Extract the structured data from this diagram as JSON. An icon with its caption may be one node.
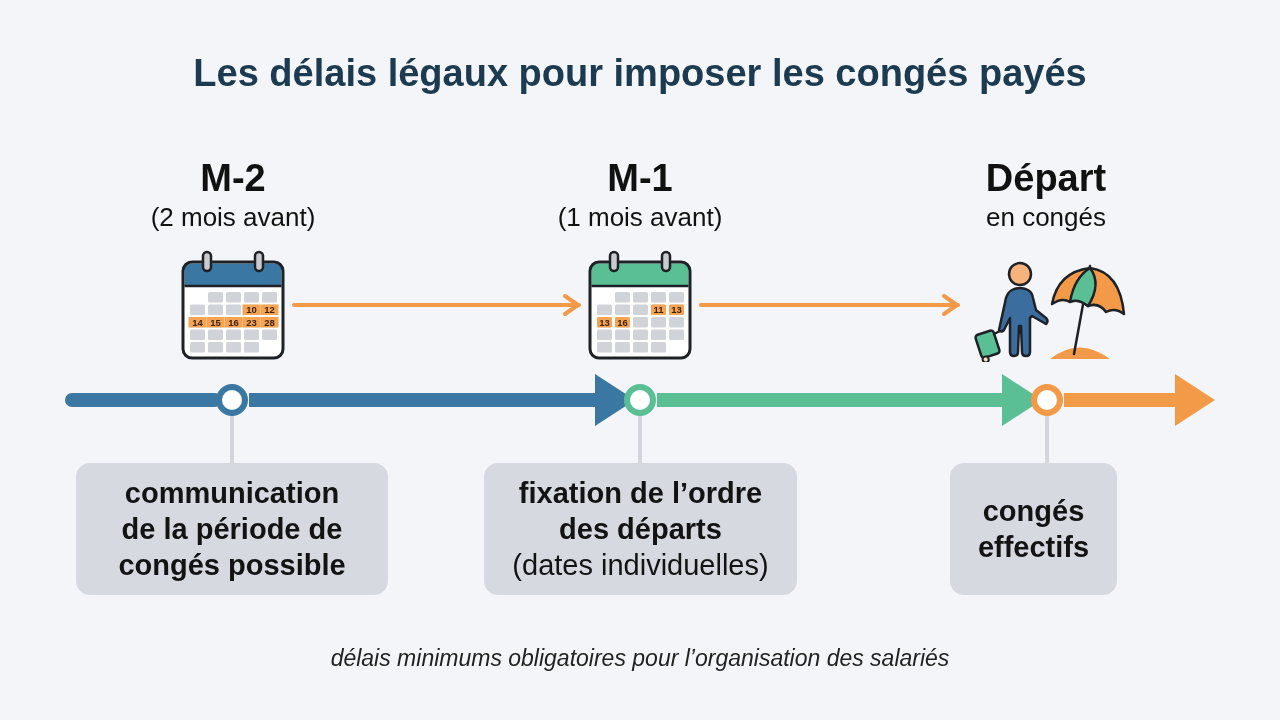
{
  "diagram": {
    "title": "Les délais légaux pour imposer les congés payés",
    "caption": "délais minimums obligatoires pour l’organisation des salariés",
    "nodes": [
      {
        "text": [],
        "shape": "picture",
        "beside": [
          "M-2",
          "(2 mois avant)"
        ]
      },
      {
        "text": [],
        "shape": "picture",
        "beside": [
          "M-1",
          "(1 mois avant)"
        ]
      },
      {
        "text": [],
        "shape": "picture",
        "beside": [
          "Départ",
          "en congés"
        ]
      },
      {
        "text": [],
        "shape": "circle"
      },
      {
        "text": [],
        "shape": "circle"
      },
      {
        "text": [],
        "shape": "circle"
      },
      {
        "text": [
          "communication de la période de congés possible"
        ]
      },
      {
        "text": [
          "fixation de l’ordre des départs",
          "(dates individuelles)"
        ]
      },
      {
        "text": [
          "congés effectifs"
        ]
      }
    ],
    "edges": [
      {
        "from": 0,
        "to": 1,
        "arrow": "to",
        "color": "#f39a48"
      },
      {
        "from": 1,
        "to": 2,
        "arrow": "to",
        "color": "#f39a48"
      },
      {
        "from": null,
        "to": 3,
        "arrow": "none",
        "style": "thick",
        "color": "#3b77a3"
      },
      {
        "from": 3,
        "to": 4,
        "arrow": "to",
        "style": "thick",
        "color": "#3b77a3"
      },
      {
        "from": 4,
        "to": 5,
        "arrow": "to",
        "style": "thick",
        "color": "#5bbf96"
      },
      {
        "from": 5,
        "to": null,
        "arrow": "to",
        "style": "thick",
        "color": "#f39a48"
      },
      {
        "from": 6,
        "to": 3,
        "arrow": "none",
        "color": "#d2d6dc"
      },
      {
        "from": 7,
        "to": 4,
        "arrow": "none",
        "color": "#d2d6dc"
      },
      {
        "from": 8,
        "to": 5,
        "arrow": "none",
        "color": "#d2d6dc"
      }
    ],
    "labels": [
      "10",
      "12",
      "14",
      "15",
      "16",
      "23",
      "28",
      "11",
      "13",
      "13",
      "16"
    ]
  }
}
